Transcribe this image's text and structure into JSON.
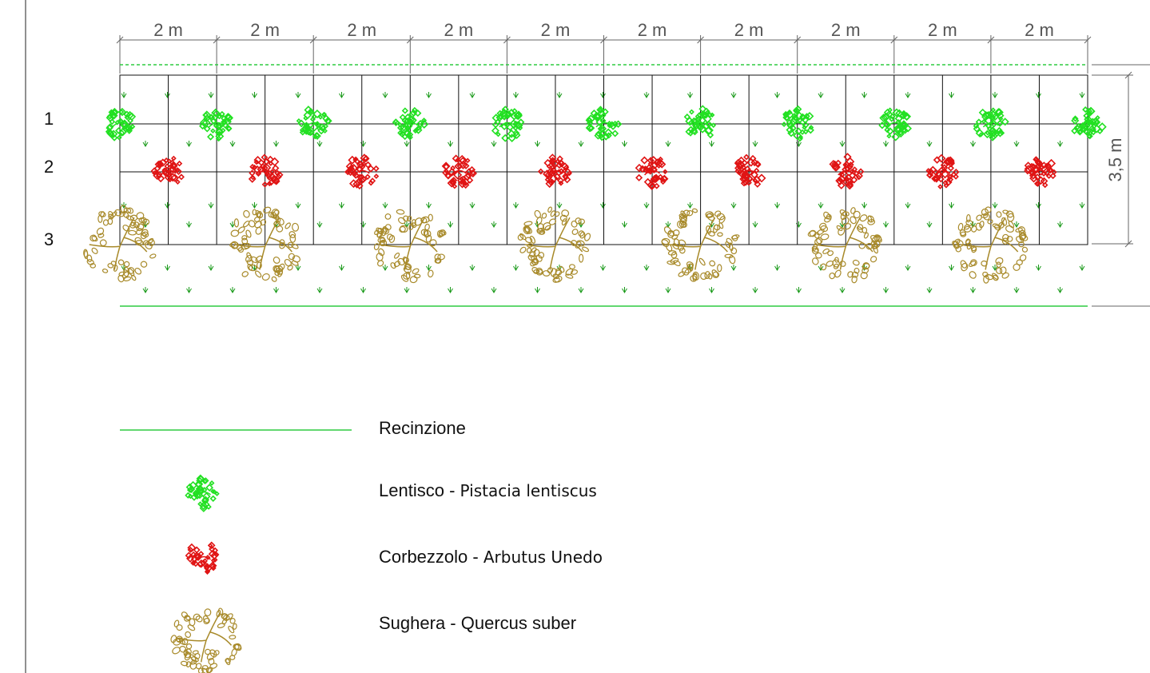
{
  "dimensions": {
    "segment_label": "2 m",
    "segment_count": 10,
    "height_label": "3,5 m"
  },
  "rows": [
    "1",
    "2",
    "3"
  ],
  "plants": {
    "lentisco": {
      "count": 11,
      "color": "#22e022",
      "icon": "lentisco-shrub-icon"
    },
    "corbezzolo": {
      "count": 10,
      "color": "#e01414",
      "icon": "corbezzolo-shrub-icon"
    },
    "sughera": {
      "count": 7,
      "color": "#a88a2a",
      "icon": "sughera-tree-icon"
    }
  },
  "colors": {
    "fence": "#2ecc40",
    "grid": "#111111",
    "grass_marker": "#1a9a1a",
    "dimension": "#666666"
  },
  "legend": {
    "fence": {
      "label": "Recinzione"
    },
    "lentisco": {
      "common": "Lentisco",
      "separator": " - ",
      "scientific": "Pistacia lentiscus"
    },
    "corbezzolo": {
      "common": "Corbezzolo",
      "separator": " - ",
      "scientific": "Arbutus Unedo"
    },
    "sughera": {
      "common": "Sughera",
      "separator": " - ",
      "scientific": "Quercus suber"
    }
  }
}
